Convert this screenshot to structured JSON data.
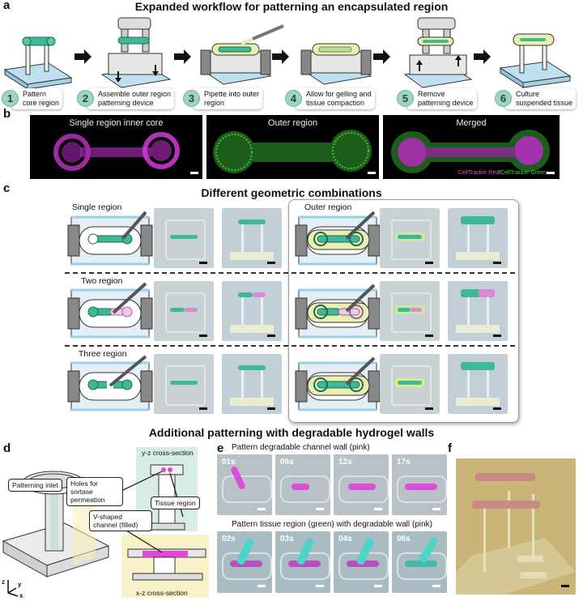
{
  "panel_labels": {
    "a": "a",
    "b": "b",
    "c": "c",
    "d": "d",
    "e": "e",
    "f": "f"
  },
  "a": {
    "title": "Expanded workflow for patterning an encapsulated region",
    "steps": [
      {
        "num": "1",
        "text_lines": [
          "Pattern",
          "core region"
        ]
      },
      {
        "num": "2",
        "text_lines": [
          "Assemble outer region",
          "patterning device"
        ]
      },
      {
        "num": "3",
        "text_lines": [
          "Pipette into outer",
          "region"
        ]
      },
      {
        "num": "4",
        "text_lines": [
          "Allow for gelling and",
          "tissue compaction"
        ]
      },
      {
        "num": "5",
        "text_lines": [
          "Remove",
          "patterning device"
        ]
      },
      {
        "num": "6",
        "text_lines": [
          "Culture",
          "suspended tissue"
        ]
      }
    ]
  },
  "b": {
    "images": [
      {
        "title": "Single region inner core"
      },
      {
        "title": "Outer region"
      },
      {
        "title": "Merged"
      }
    ],
    "legend_red": "CellTracker Red",
    "legend_sep": "/",
    "legend_green": "CellTracker Green"
  },
  "c": {
    "title": "Different geometric combinations",
    "left_rows": [
      "Single region",
      "Two region",
      "Three region"
    ],
    "right_rows": [
      "Outer region",
      "",
      ""
    ],
    "bottom_title": "Additional patterning with degradable hydrogel walls"
  },
  "d": {
    "labels": {
      "inlet": "Patterning inlet",
      "holes": "Holes for sortase permeation",
      "yz": "y-z cross-section",
      "tissue": "Tissue region",
      "vshape": "V-shaped channel (filled)",
      "xz": "x-z cross-section",
      "z": "z",
      "y": "y",
      "x": "x"
    }
  },
  "e": {
    "row1_title": "Pattern degradable channel wall (pink)",
    "row1_times": [
      "01s",
      "06s",
      "12s",
      "17s"
    ],
    "row2_title": "Pattern tissue region (green) with degradable wall (pink)",
    "row2_times": [
      "02s",
      "03s",
      "04s",
      "06s"
    ]
  },
  "colors": {
    "teal": "#3fb896",
    "magenta": "#d23ad8",
    "green": "#41c23b",
    "yellow_gel": "#e8efb0",
    "light_blue": "#bfe0f0",
    "photo_bg": "#b8c2c6",
    "step_circle": "#9fd5c0"
  }
}
